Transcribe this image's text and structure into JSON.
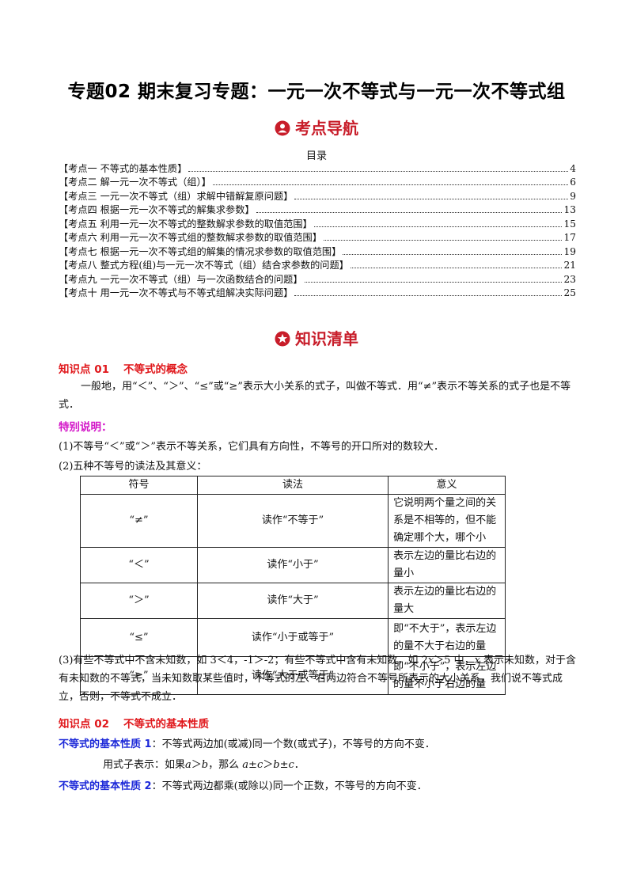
{
  "title": "专题02  期末复习专题：一元一次不等式与一元一次不等式组",
  "section1": {
    "icon": "person-circle-icon",
    "label": "考点导航"
  },
  "toc": {
    "heading": "目录",
    "items": [
      {
        "label": "【考点一  不等式的基本性质】",
        "page": "4"
      },
      {
        "label": "【考点二  解一元一次不等式（组）】",
        "page": "6"
      },
      {
        "label": "【考点三  一元一次不等式（组）求解中错解复原问题】",
        "page": "9"
      },
      {
        "label": "【考点四  根据一元一次不等式的解集求参数】",
        "page": "13"
      },
      {
        "label": "【考点五  利用一元一次不等式的整数解求参数的取值范围】",
        "page": "15"
      },
      {
        "label": "【考点六  利用一元一次不等式组的整数解求参数的取值范围】",
        "page": "17"
      },
      {
        "label": "【考点七  根据一元一次不等式组的解集的情况求参数的取值范围】",
        "page": "19"
      },
      {
        "label": "【考点八  整式方程(组)与一元一次不等式（组）结合求参数的问题】",
        "page": "21"
      },
      {
        "label": "【考点九  一元一次不等式（组）与一次函数结合的问题】",
        "page": "23"
      },
      {
        "label": "【考点十  用一元一次不等式与不等式组解决实际问题】",
        "page": "25"
      }
    ]
  },
  "section2": {
    "icon": "star-circle-icon",
    "label": "知识清单"
  },
  "kp1": {
    "num": "知识点 01",
    "name": "不等式的概念",
    "intro": "一般地，用“＜”、“＞”、“≤”或“≥”表示大小关系的式子，叫做不等式．用“≠”表示不等关系的式子也是不等式．",
    "special_label": "特别说明：",
    "note1": "(1)不等号“＜”或“＞”表示不等关系，它们具有方向性，不等号的开口所对的数较大．",
    "note2": "(2)五种不等号的读法及其意义：",
    "table": {
      "headers": [
        "符号",
        "读法",
        "意义"
      ],
      "rows": [
        {
          "sym": "“≠”",
          "read": "读作“不等于”",
          "meaning": "它说明两个量之间的关系是不相等的，但不能确定哪个大，哪个小"
        },
        {
          "sym": "“＜”",
          "read": "读作“小于”",
          "meaning": "表示左边的量比右边的量小"
        },
        {
          "sym": "“＞”",
          "read": "读作“大于”",
          "meaning": "表示左边的量比右边的量大"
        },
        {
          "sym": "“≤”",
          "read": "读作“小于或等于”",
          "meaning": "即“不大于”，表示左边的量不大于右边的量"
        },
        {
          "sym": "“≥”",
          "read": "读作“大于或等于”",
          "meaning": "即“不小于”，表示左边的量不小于右边的量"
        }
      ]
    },
    "note3_a": "(3)有些不等式中不含未知数，如 3＜4，-1＞-2；有些不等式中含有未知数，如 2",
    "note3_x1": "x",
    "note3_b": "＞5 中，",
    "note3_x2": "x",
    "note3_c": " 表示未知数，对于含有未知数的不等式，当未知数取某些值时，不等式的左、右两边符合不等号所表示的大小关系，我们说不等式成立，否则，不等式不成立．"
  },
  "kp2": {
    "num": "知识点 02",
    "name": "不等式的基本性质",
    "prop1_label": "不等式的基本性质 1",
    "prop1_text": "：不等式两边加(或减)同一个数(或式子)，不等号的方向不变．",
    "formula_a": "用式子表示：如果",
    "formula_v1": "a",
    "formula_b": "＞",
    "formula_v2": "b",
    "formula_c": "，那么 ",
    "formula_v3": "a",
    "formula_d": "±",
    "formula_v4": "c",
    "formula_e": "＞",
    "formula_v5": "b",
    "formula_f": "±",
    "formula_v6": "c",
    "formula_g": "．",
    "prop2_label": "不等式的基本性质 2",
    "prop2_text": "：不等式两边都乘(或除以)同一个正数，不等号的方向不变．"
  },
  "colors": {
    "heading_red": "#c81d2a",
    "kp_red": "#e0171b",
    "special_magenta": "#d316c8",
    "prop_blue": "#1d29d8"
  }
}
